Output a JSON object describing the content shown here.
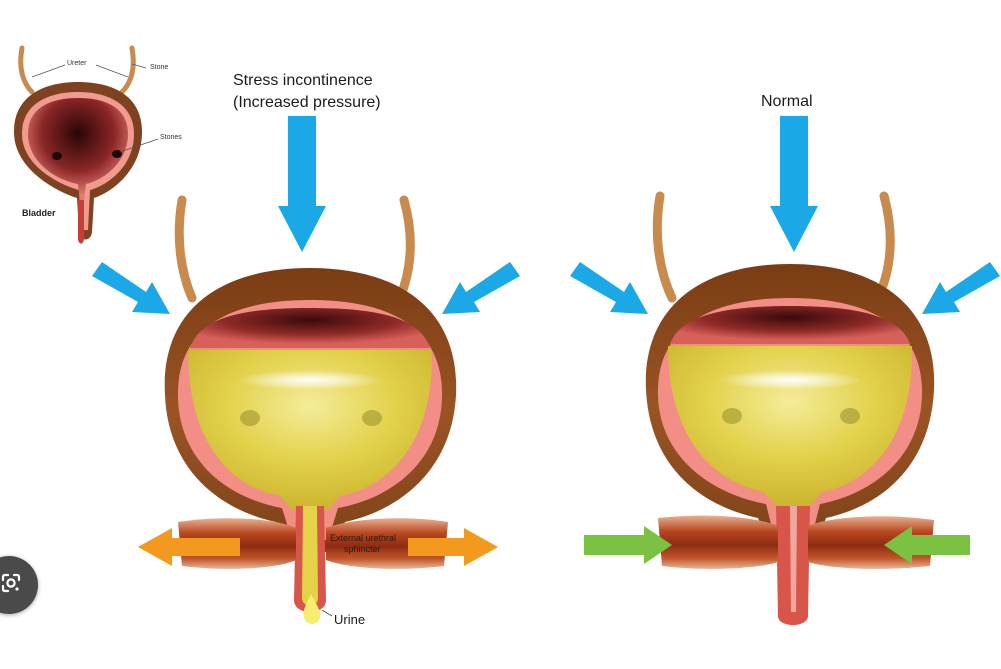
{
  "panels": {
    "stress": {
      "title_line1": "Stress incontinence",
      "title_line2": "(Increased pressure)"
    },
    "normal": {
      "title": "Normal"
    }
  },
  "inset": {
    "ureter_label": "Ureter",
    "stone_label": "Stone",
    "stones_label": "Stones",
    "bladder_label": "Bladder"
  },
  "sphincter_label": {
    "line1": "External urethral",
    "line2": "sphincter"
  },
  "urine_label": "Urine",
  "icons": {
    "lens_button": "google-lens-icon"
  },
  "colors": {
    "pressure_arrow": "#1aa9e6",
    "outward_arrow": "#f39a1e",
    "inward_arrow": "#7bc142",
    "bladder_wall": "#8a4a1c",
    "lining": "#f28e86",
    "urine_fill": "#e4d24a",
    "muscle": "#b5421e"
  }
}
